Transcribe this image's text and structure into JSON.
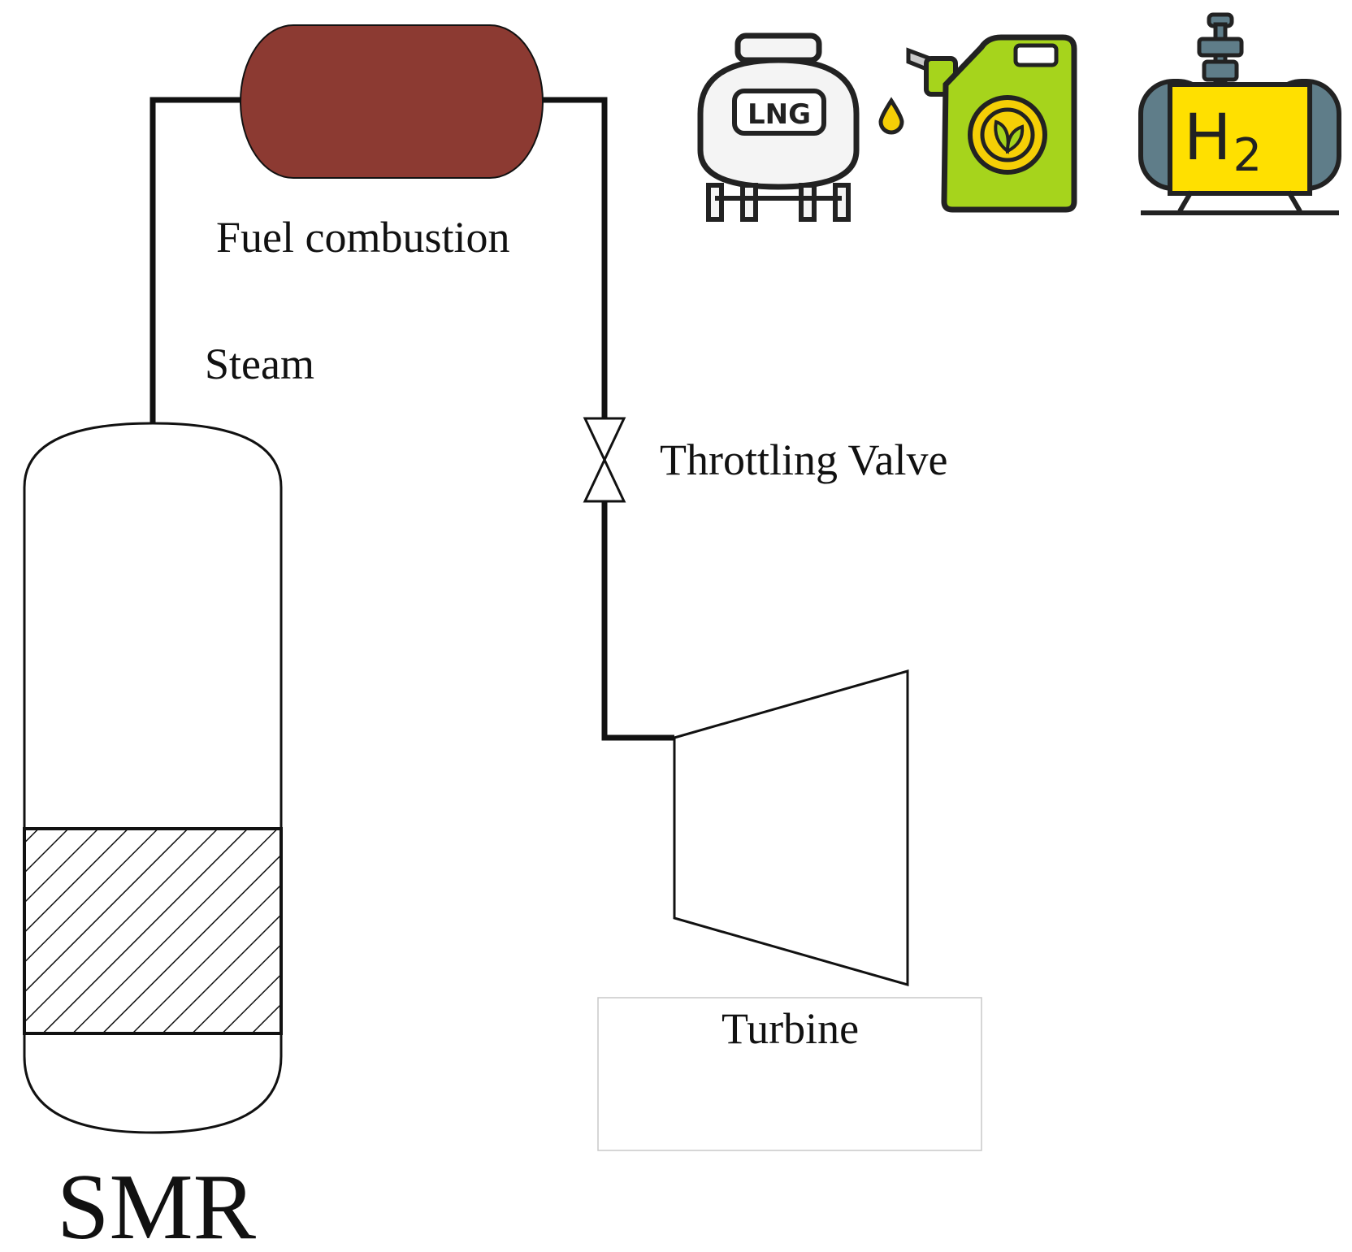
{
  "labels": {
    "fuel_combustion": "Fuel combustion",
    "steam": "Steam",
    "throttling_valve": "Throttling Valve",
    "turbine": "Turbine",
    "smr": "SMR"
  },
  "fuel_icons": {
    "lng_tank_text": "LNG",
    "hydrogen_tank_text": "H",
    "hydrogen_subscript": "2"
  },
  "colors": {
    "combustion_vessel": "#8c3a32",
    "biofuel_can": "#a6d41c",
    "biofuel_emblem": "#f5cf06",
    "hydrogen_tank": "#ffe000",
    "hydrogen_caps": "#5f7d89",
    "line": "#111111"
  }
}
